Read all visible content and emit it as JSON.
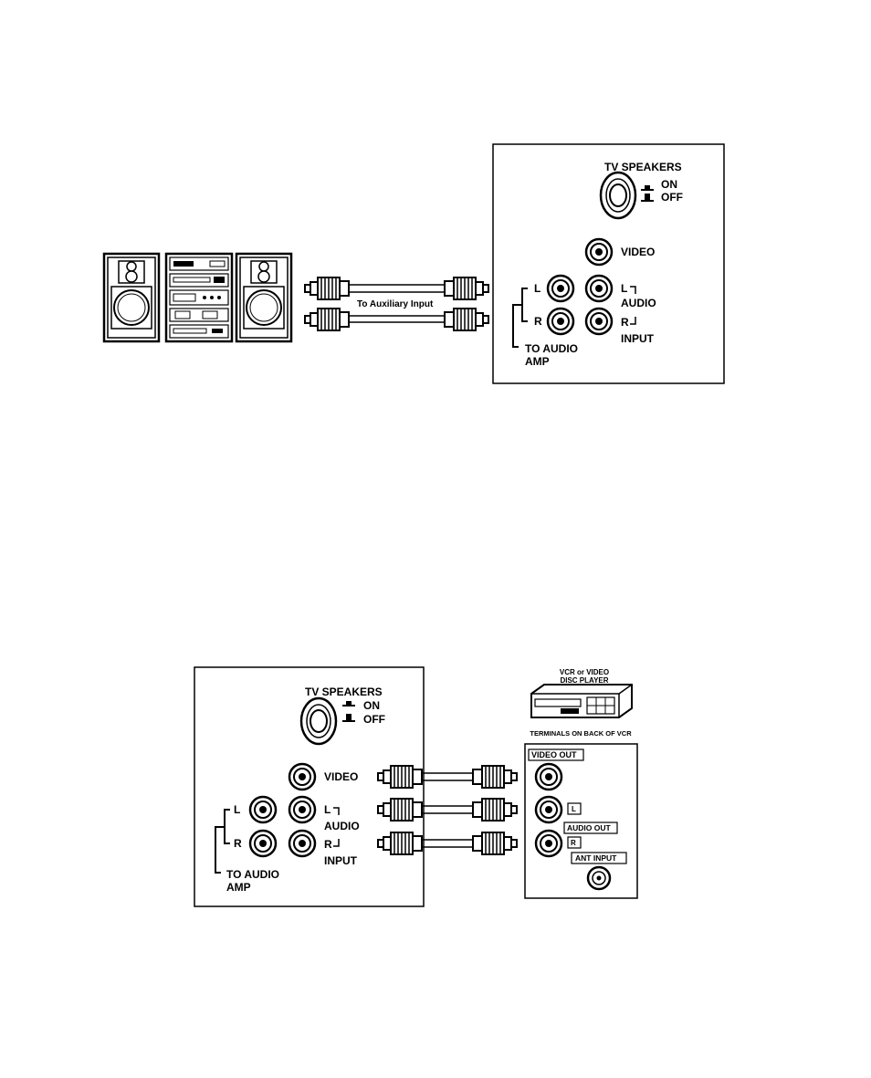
{
  "diagram1": {
    "tv_speakers": "TV SPEAKERS",
    "on": "ON",
    "off": "OFF",
    "video": "VIDEO",
    "l": "L",
    "r": "R",
    "audio": "AUDIO",
    "input": "INPUT",
    "to_audio": "TO AUDIO",
    "amp": "AMP",
    "cable_label": "To Auxiliary Input"
  },
  "diagram2": {
    "tv_speakers": "TV SPEAKERS",
    "on": "ON",
    "off": "OFF",
    "video": "VIDEO",
    "l": "L",
    "r": "R",
    "audio": "AUDIO",
    "input": "INPUT",
    "to_audio": "TO AUDIO",
    "amp": "AMP",
    "vcr_title_1": "VCR or VIDEO",
    "vcr_title_2": "DISC PLAYER",
    "vcr_terminals": "TERMINALS ON BACK OF VCR",
    "video_out": "VIDEO OUT",
    "audio_out": "AUDIO OUT",
    "vcr_l": "L",
    "vcr_r": "R",
    "ant_input": "ANT INPUT"
  }
}
